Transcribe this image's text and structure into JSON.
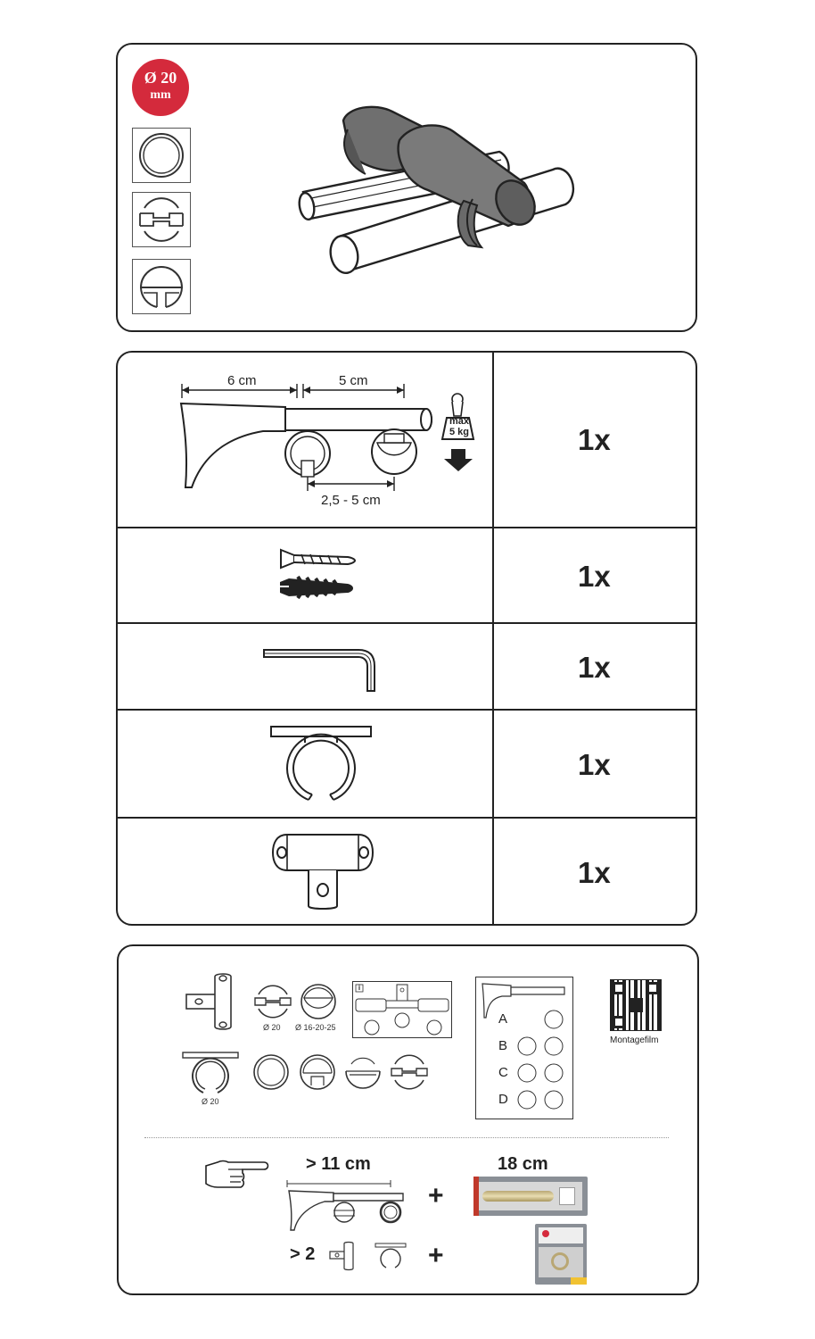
{
  "badge": {
    "line1": "Ø 20",
    "line2": "mm",
    "color": "#d42a3c"
  },
  "profile_icons": [
    "round-profile-icon",
    "double-track-profile-icon",
    "d-profile-icon"
  ],
  "contents": {
    "rows": [
      {
        "item": "bracket",
        "qty": "1x"
      },
      {
        "item": "screw-and-dowel",
        "qty": "1x"
      },
      {
        "item": "allen-key",
        "qty": "1x"
      },
      {
        "item": "ring-holder",
        "qty": "1x"
      },
      {
        "item": "mounting-adapter",
        "qty": "1x"
      }
    ],
    "bracket": {
      "dim1": "6 cm",
      "dim2": "5 cm",
      "dim3": "2,5 - 5 cm",
      "weight_line1": "max",
      "weight_line2": "5 kg"
    }
  },
  "accessories": {
    "label_d20": "Ø 20",
    "label_d16_20_25": "Ø 16-20-25",
    "label_d20_ring": "Ø 20",
    "info_icon": "i",
    "qr_label": "Montagefilm",
    "variants": [
      "A",
      "B",
      "C",
      "D"
    ],
    "rule1_label": "> 11 cm",
    "rule1_product_label": "18 cm",
    "rule2_label": "> 2",
    "plus": "+"
  }
}
